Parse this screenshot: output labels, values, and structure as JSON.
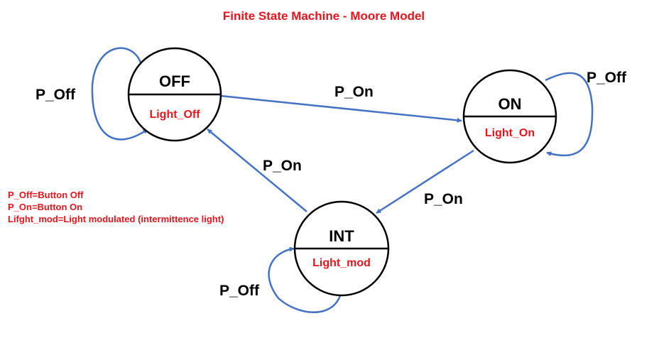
{
  "title": "Finite State Machine - Moore Model",
  "colors": {
    "edge": "#4472c4",
    "accent": "#e8141c",
    "outline": "#000000"
  },
  "states": {
    "off": {
      "name": "OFF",
      "output": "Light_Off"
    },
    "on": {
      "name": "ON",
      "output": "Light_On"
    },
    "int": {
      "name": "INT",
      "output": "Light_mod"
    }
  },
  "transitions": {
    "off_self": "P_Off",
    "off_to_on": "P_On",
    "on_self": "P_Off",
    "on_to_int": "P_On",
    "int_to_off": "P_On",
    "int_self": "P_Off"
  },
  "legend": [
    "P_Off=Button Off",
    "P_On=Button On",
    "Lifght_mod=Light modulated (intermittence light)"
  ]
}
